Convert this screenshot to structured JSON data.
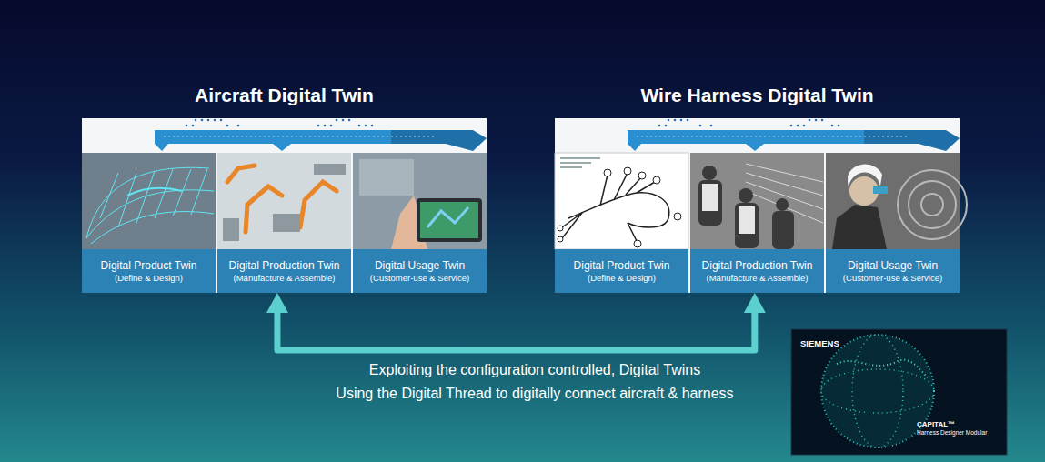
{
  "diagram": {
    "nodes": [
      {
        "text": [
          "Aircraft Digital Twin"
        ]
      },
      {
        "text": [
          "Digital Product Twin",
          "(Define & Design)"
        ],
        "in": 0
      },
      {
        "text": [
          "Digital Production Twin",
          "(Manufacture & Assemble)"
        ],
        "in": 0
      },
      {
        "text": [
          "Digital Usage Twin",
          "(Customer-use & Service)"
        ],
        "in": 0
      },
      {
        "text": [
          "Wire Harness Digital Twin"
        ]
      },
      {
        "text": [
          "Digital Product Twin",
          "(Define & Design)"
        ],
        "in": 4
      },
      {
        "text": [
          "Digital Production Twin",
          "(Manufacture & Assemble)"
        ],
        "in": 4
      },
      {
        "text": [
          "Digital Usage Twin",
          "(Customer-use & Service)"
        ],
        "in": 4
      },
      {
        "text": [
          "SIEMENS",
          "CAPITAL™",
          "Harness Designer Modular"
        ]
      }
    ],
    "edges": [
      {
        "from": 0,
        "to": 4,
        "arrow": "both"
      }
    ],
    "labels": [
      "Exploiting the configuration controlled, Digital Twins",
      "Using the Digital Thread to digitally connect aircraft & harness"
    ]
  }
}
